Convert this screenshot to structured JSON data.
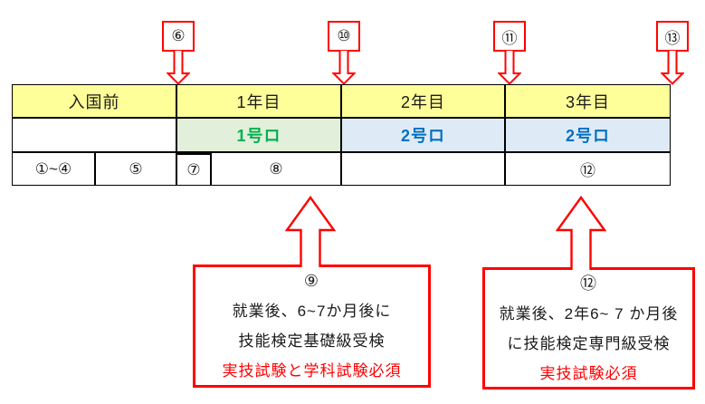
{
  "colors": {
    "header_yellow": "#FFFF99",
    "phase1_green_bg": "#E2EFDA",
    "phase1_green_text": "#00B050",
    "phase2_blue_bg": "#DEEBF7",
    "phase2_blue_text": "#0070C0",
    "accent_red": "#FF0000",
    "grid_black": "#000000"
  },
  "markers": [
    {
      "label": "⑥"
    },
    {
      "label": "⑩"
    },
    {
      "label": "⑪"
    },
    {
      "label": "⑬"
    }
  ],
  "table": {
    "header": [
      "入国前",
      "1年目",
      "2年目",
      "3年目"
    ],
    "phase_row": [
      "",
      "1号ロ",
      "2号ロ",
      "2号ロ"
    ],
    "stage_row": [
      "①~④",
      "⑤",
      "⑦",
      "⑧",
      "",
      "⑫"
    ]
  },
  "callouts": [
    {
      "number": "⑨",
      "lines": [
        "就業後、6~7か月後に",
        "技能検定基礎級受検"
      ],
      "highlight": "実技試験と学科試験必須"
    },
    {
      "number": "⑫",
      "lines": [
        "就業後、2年6~ 7 か月後",
        "に技能検定専門級受検"
      ],
      "highlight": "実技試験必須"
    }
  ]
}
